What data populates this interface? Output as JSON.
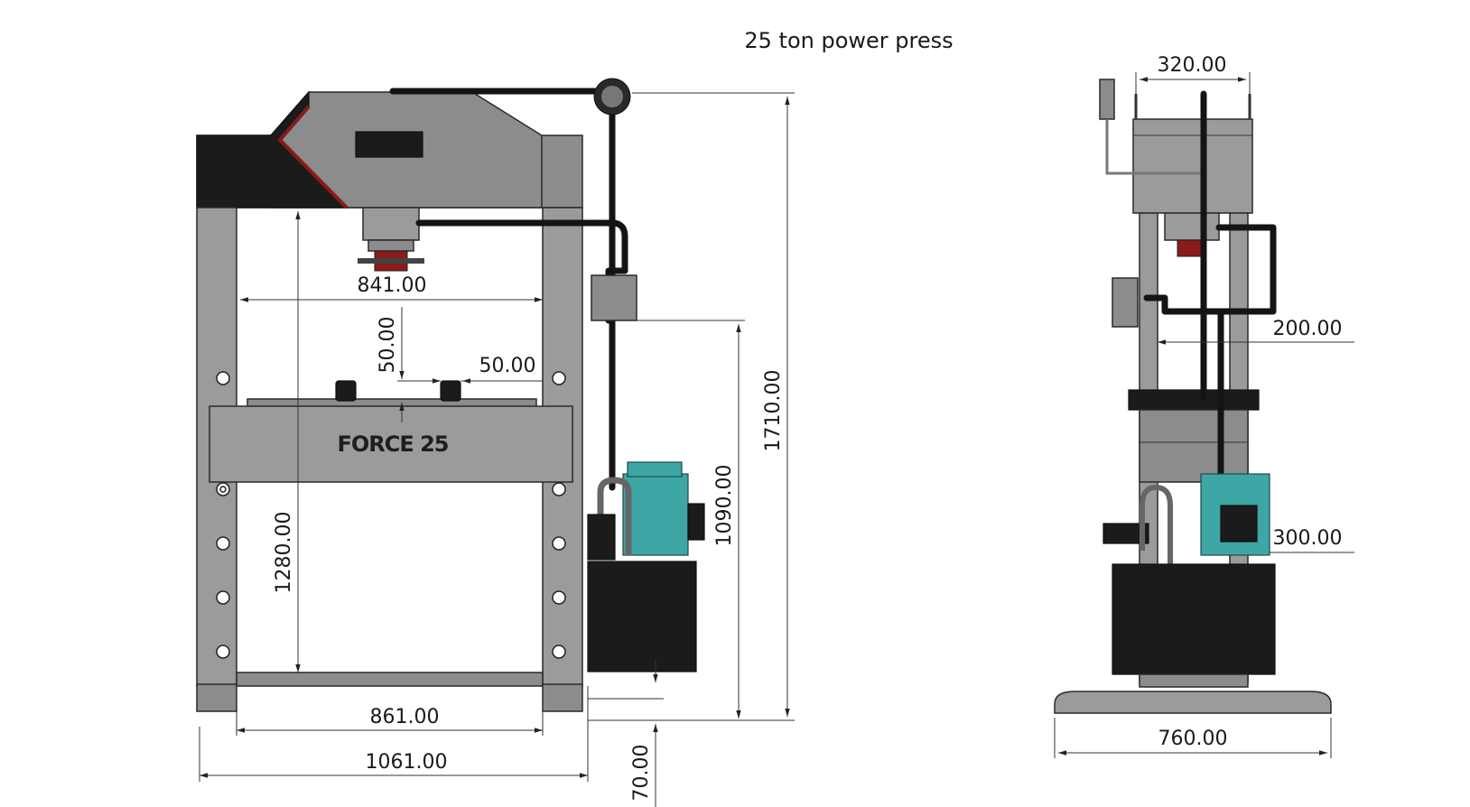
{
  "title": "25 ton power press",
  "front_view": {
    "brand_label": "FORCE 25",
    "dimensions": {
      "top_width": "841.00",
      "bed_offset_v": "50.00",
      "bed_offset_h": "50.00",
      "daylight_height": "1280.00",
      "inner_base_width": "861.00",
      "overall_width": "1061.00",
      "unit_height": "1090.00",
      "overall_height": "1710.00",
      "pump_base_offset": "70.00"
    }
  },
  "side_view": {
    "dimensions": {
      "head_width": "320.00",
      "column_offset": "200.00",
      "motor_offset": "300.00",
      "base_width": "760.00"
    }
  },
  "colors": {
    "frame": "#8c8c8c",
    "dark": "#1b1b1b",
    "accent_red": "#8b1a1a",
    "motor_teal": "#3fa6a6"
  }
}
